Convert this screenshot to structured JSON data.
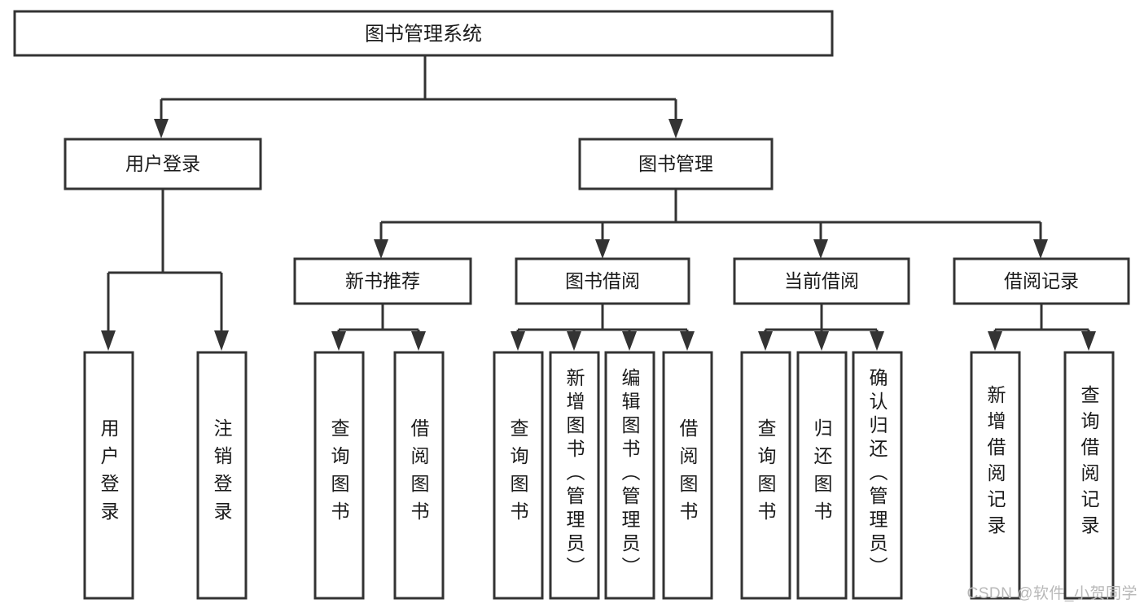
{
  "diagram": {
    "title": "图书管理系统",
    "type": "tree",
    "watermark": "CSDN @软件_小贺同学",
    "colors": {
      "stroke": "#333333",
      "fill": "#ffffff",
      "text": "#1a1a1a",
      "watermark": "#b8b8b8",
      "background": "#ffffff"
    },
    "levels": {
      "root": {
        "label": "图书管理系统"
      },
      "level2": [
        {
          "label": "用户登录"
        },
        {
          "label": "图书管理"
        }
      ],
      "level3": [
        {
          "label": "新书推荐"
        },
        {
          "label": "图书借阅"
        },
        {
          "label": "当前借阅"
        },
        {
          "label": "借阅记录"
        }
      ]
    },
    "leaves": {
      "user_login": [
        {
          "label": "用户登录"
        },
        {
          "label": "注销登录"
        }
      ],
      "new_book_recommend": [
        {
          "label": "查询图书"
        },
        {
          "label": "借阅图书"
        }
      ],
      "book_borrow": [
        {
          "label": "查询图书"
        },
        {
          "label": "新增图书（管理员）"
        },
        {
          "label": "编辑图书（管理员）"
        },
        {
          "label": "借阅图书"
        }
      ],
      "current_borrow": [
        {
          "label": "查询图书"
        },
        {
          "label": "归还图书"
        },
        {
          "label": "确认归还（管理员）"
        }
      ],
      "borrow_record": [
        {
          "label": "新增借阅记录"
        },
        {
          "label": "查询借阅记录"
        }
      ]
    }
  }
}
